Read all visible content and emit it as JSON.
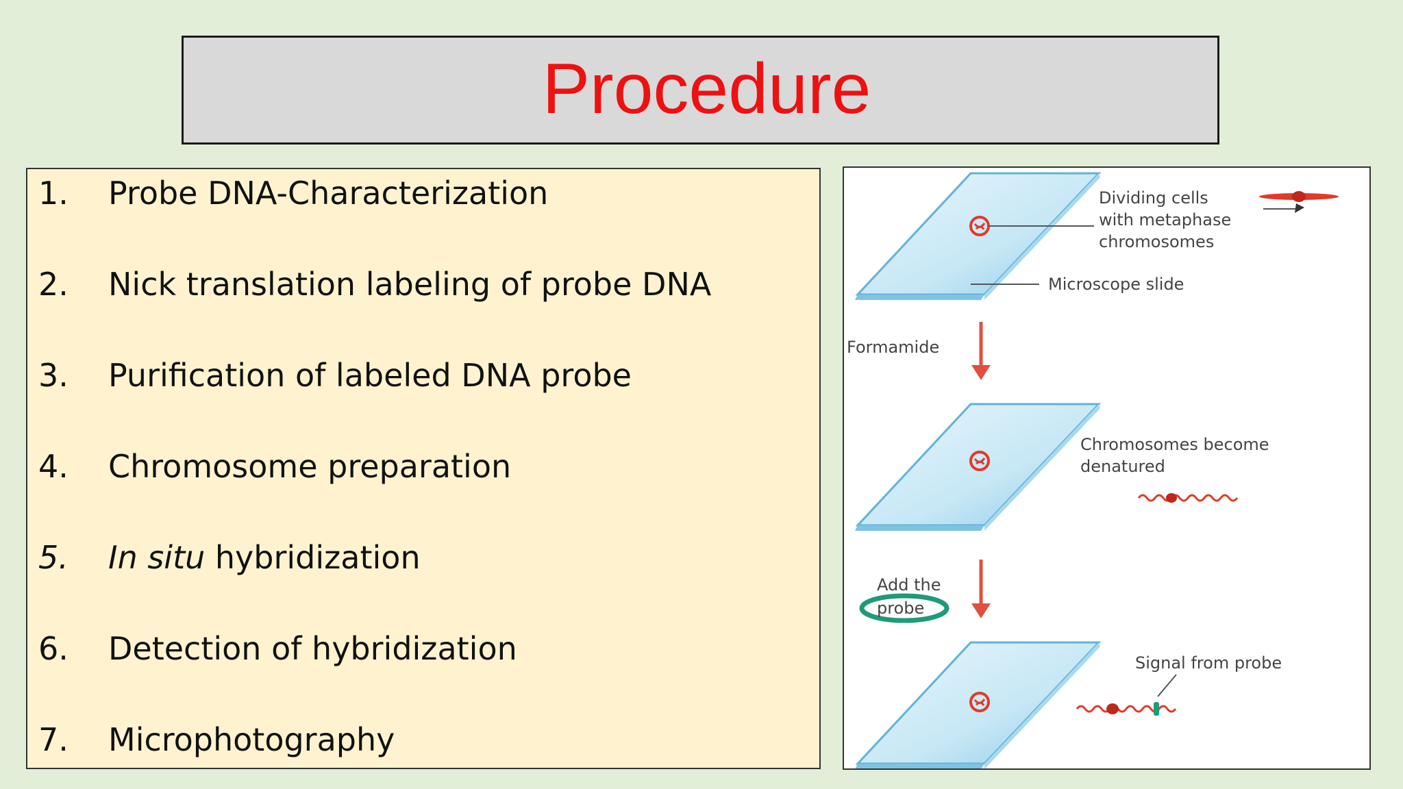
{
  "title": "Procedure",
  "steps": [
    {
      "num": "1.",
      "text": "Probe DNA-Characterization"
    },
    {
      "num": "2.",
      "text": "Nick translation labeling of probe DNA"
    },
    {
      "num": "3.",
      "text": "Purification of labeled DNA probe"
    },
    {
      "num": "4.",
      "text": "Chromosome preparation"
    },
    {
      "num": "5.",
      "text_italic": "In situ",
      "text": "hybridization"
    },
    {
      "num": "6.",
      "text": "Detection of hybridization"
    },
    {
      "num": "7.",
      "text": "Microphotography"
    }
  ],
  "figure": {
    "label_dividing_1": "Dividing cells",
    "label_dividing_2": "with metaphase",
    "label_dividing_3": "chromosomes",
    "label_slide": "Microscope slide",
    "label_formamide": "Formamide",
    "label_denatured_1": "Chromosomes become",
    "label_denatured_2": "denatured",
    "label_add_1": "Add the",
    "label_add_2": "probe",
    "label_signal": "Signal from probe"
  },
  "colors": {
    "title": "#ee1111",
    "slide": "#bfe3f3",
    "slide_edge": "#5fb3da",
    "arrow": "#e0503c",
    "chromosome": "#e03a2a",
    "probe_ring": "#1f9a7a"
  }
}
